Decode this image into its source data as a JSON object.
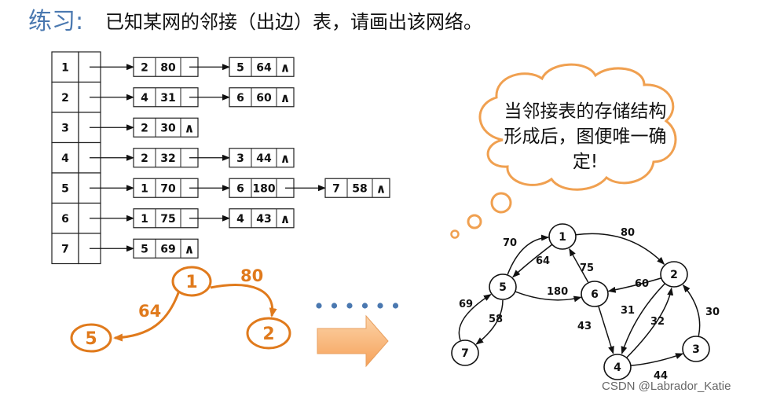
{
  "header": {
    "label": "练习:",
    "text": "已知某网的邻接（出边）表，请画出该网络。"
  },
  "cloud": {
    "text": "当邻接表的存储结构形成后，图便唯一确定!"
  },
  "watermark": "CSDN @Labrador_Katie",
  "adjacency_list": [
    {
      "vertex": "1",
      "edges": [
        {
          "to": "2",
          "w": "80"
        },
        {
          "to": "5",
          "w": "64"
        }
      ]
    },
    {
      "vertex": "2",
      "edges": [
        {
          "to": "4",
          "w": "31"
        },
        {
          "to": "6",
          "w": "60"
        }
      ]
    },
    {
      "vertex": "3",
      "edges": [
        {
          "to": "2",
          "w": "30"
        }
      ]
    },
    {
      "vertex": "4",
      "edges": [
        {
          "to": "2",
          "w": "32"
        },
        {
          "to": "3",
          "w": "44"
        }
      ]
    },
    {
      "vertex": "5",
      "edges": [
        {
          "to": "1",
          "w": "70"
        },
        {
          "to": "6",
          "w": "180"
        },
        {
          "to": "7",
          "w": "58"
        }
      ]
    },
    {
      "vertex": "6",
      "edges": [
        {
          "to": "1",
          "w": "75"
        },
        {
          "to": "4",
          "w": "43"
        }
      ]
    },
    {
      "vertex": "7",
      "edges": [
        {
          "to": "5",
          "w": "69"
        }
      ]
    }
  ],
  "null_symbol": "∧",
  "partial_graph": {
    "nodes": [
      "1",
      "5",
      "2"
    ],
    "edges": [
      {
        "from": "1",
        "to": "5",
        "w": "64"
      },
      {
        "from": "1",
        "to": "2",
        "w": "80"
      }
    ],
    "color": "#e07a1c"
  },
  "full_graph": {
    "nodes": [
      "1",
      "2",
      "3",
      "4",
      "5",
      "6",
      "7"
    ],
    "edges": [
      {
        "from": "1",
        "to": "2",
        "w": "80"
      },
      {
        "from": "1",
        "to": "5",
        "w": "64"
      },
      {
        "from": "5",
        "to": "1",
        "w": "70"
      },
      {
        "from": "6",
        "to": "1",
        "w": "75"
      },
      {
        "from": "2",
        "to": "6",
        "w": "60"
      },
      {
        "from": "5",
        "to": "6",
        "w": "180"
      },
      {
        "from": "7",
        "to": "5",
        "w": "69"
      },
      {
        "from": "5",
        "to": "7",
        "w": "58"
      },
      {
        "from": "6",
        "to": "4",
        "w": "43"
      },
      {
        "from": "2",
        "to": "4",
        "w": "31"
      },
      {
        "from": "4",
        "to": "2",
        "w": "32"
      },
      {
        "from": "3",
        "to": "2",
        "w": "30"
      },
      {
        "from": "4",
        "to": "3",
        "w": "44"
      }
    ]
  },
  "colors": {
    "title_label": "#4a78b0",
    "dots": "#4a78b0",
    "arrow_fill": "#f8b87a",
    "partial": "#e07a1c"
  }
}
